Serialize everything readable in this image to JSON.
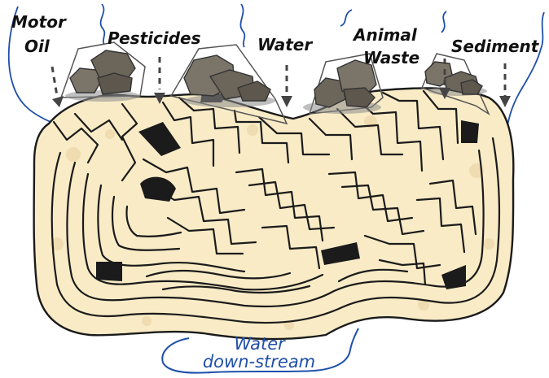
{
  "inputs": [
    {
      "id": "motor-oil",
      "lines": [
        "Motor",
        "Oil"
      ]
    },
    {
      "id": "pesticides",
      "lines": [
        "Pesticides"
      ]
    },
    {
      "id": "water",
      "lines": [
        "Water"
      ]
    },
    {
      "id": "animal-waste",
      "lines": [
        "Animal",
        "Waste"
      ]
    },
    {
      "id": "sediment",
      "lines": [
        "Sediment"
      ]
    }
  ],
  "output": {
    "lines": [
      "Water",
      "down-stream"
    ]
  },
  "colors": {
    "soil": "#f8ebc6",
    "soil_spot": "#ecd6a8",
    "maze_wall": "#1b1b1b",
    "rock": "#7b7468",
    "rock_dark": "#5d574d",
    "rock_light": "#9a9386",
    "water_line": "#1f4fa8",
    "arrow": "#444444"
  }
}
